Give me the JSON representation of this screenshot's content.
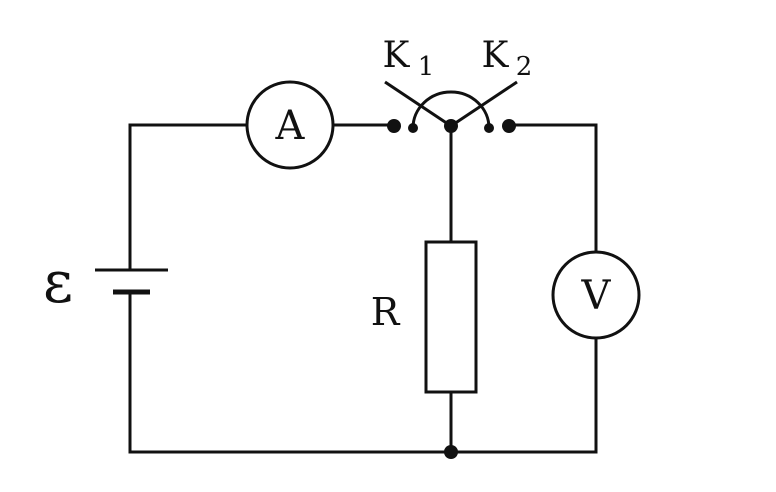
{
  "labels": {
    "emf": "ε",
    "ammeter": "A",
    "voltmeter": "V",
    "resistor": "R",
    "switch1": "K",
    "switch1_sub": "1",
    "switch2": "K",
    "switch2_sub": "2"
  }
}
